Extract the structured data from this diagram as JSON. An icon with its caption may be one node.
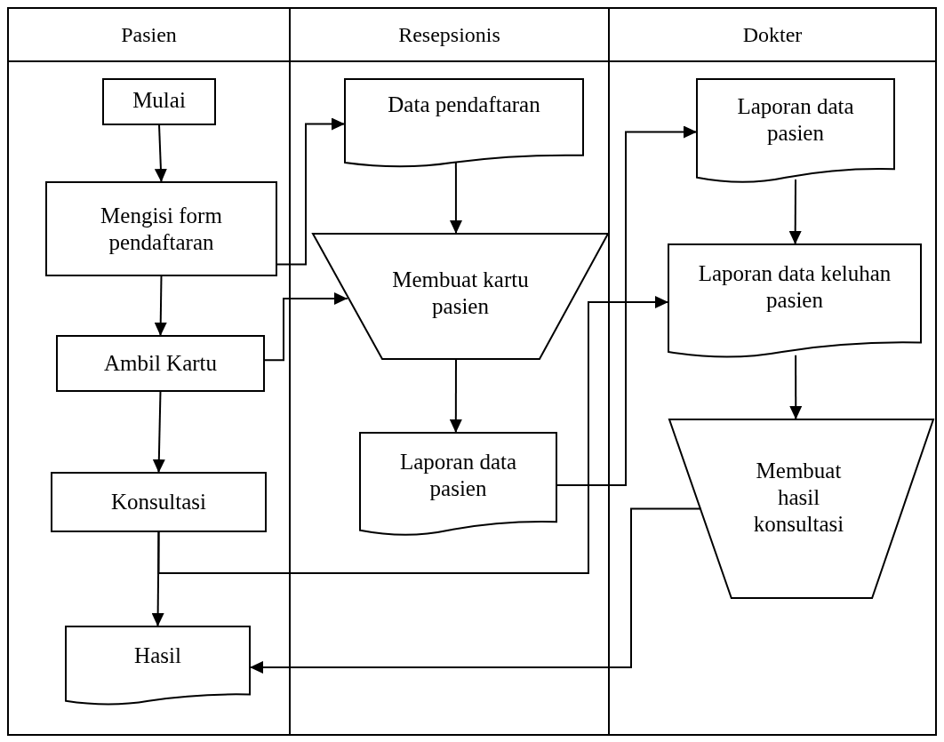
{
  "diagram": {
    "nodes": [
      {
        "text": [
          "Pasien"
        ]
      },
      {
        "text": [
          "Resepsionis"
        ]
      },
      {
        "text": [
          "Dokter"
        ]
      },
      {
        "text": [
          "Mulai"
        ],
        "in": 0
      },
      {
        "text": [
          "Mengisi form pendaftaran"
        ],
        "in": 0
      },
      {
        "text": [
          "Ambil Kartu"
        ],
        "in": 0
      },
      {
        "text": [
          "Konsultasi"
        ],
        "in": 0
      },
      {
        "text": [
          "Hasil"
        ],
        "in": 0
      },
      {
        "text": [
          "Data pendaftaran"
        ],
        "in": 1
      },
      {
        "text": [
          "Membuat kartu pasien"
        ],
        "in": 1
      },
      {
        "text": [
          "Laporan data pasien"
        ],
        "in": 1
      },
      {
        "text": [
          "Laporan data pasien"
        ],
        "in": 2
      },
      {
        "text": [
          "Laporan data keluhan pasien"
        ],
        "in": 2
      },
      {
        "text": [
          "Membuat hasil konsultasi"
        ],
        "in": 2
      }
    ],
    "edges": [
      {
        "from": 3,
        "to": 4,
        "arrow": "to"
      },
      {
        "from": 4,
        "to": 5,
        "arrow": "to"
      },
      {
        "from": 5,
        "to": 6,
        "arrow": "to"
      },
      {
        "from": 6,
        "to": 7,
        "arrow": "to"
      },
      {
        "from": 4,
        "to": 8,
        "arrow": "to"
      },
      {
        "from": 5,
        "to": 9,
        "arrow": "to"
      },
      {
        "from": 8,
        "to": 9,
        "arrow": "to"
      },
      {
        "from": 9,
        "to": 10,
        "arrow": "to"
      },
      {
        "from": 10,
        "to": 11,
        "arrow": "to"
      },
      {
        "from": 6,
        "to": 12,
        "arrow": "to"
      },
      {
        "from": 11,
        "to": 12,
        "arrow": "to"
      },
      {
        "from": 12,
        "to": 13,
        "arrow": "to"
      },
      {
        "from": 13,
        "to": 7,
        "arrow": "to"
      }
    ]
  }
}
